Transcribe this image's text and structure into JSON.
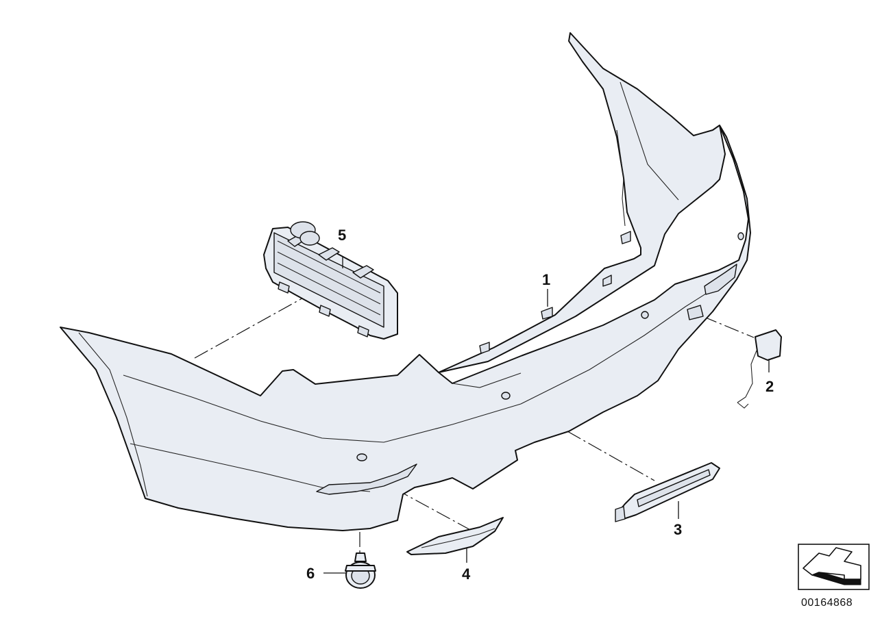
{
  "callouts": [
    {
      "id": "1",
      "label": "1",
      "part": "bumper-panel"
    },
    {
      "id": "2",
      "label": "2",
      "part": "tow-hook-cover"
    },
    {
      "id": "3",
      "label": "3",
      "part": "rear-reflector-right"
    },
    {
      "id": "4",
      "label": "4",
      "part": "rear-reflector-left"
    },
    {
      "id": "5",
      "label": "5",
      "part": "side-bracket"
    },
    {
      "id": "6",
      "label": "6",
      "part": "parking-sensor"
    }
  ],
  "reference_number": "00164868",
  "icons": {
    "orientation": "direction-arrow-icon"
  }
}
